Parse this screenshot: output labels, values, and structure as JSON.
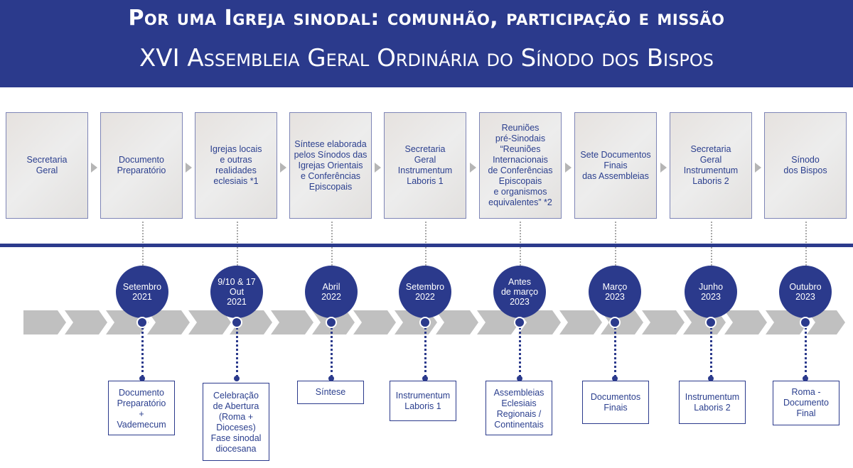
{
  "header": {
    "title": "Por uma Igreja sinodal: comunhão, participação e missão",
    "subtitle": "XVI Assembleia Geral Ordinária do Sínodo dos Bispos"
  },
  "stages": [
    {
      "label": "Secretaria\nGeral"
    },
    {
      "label": "Documento\nPreparatório"
    },
    {
      "label": "Igrejas locais\ne outras realidades\neclesiais *1"
    },
    {
      "label": "Síntese elaborada\npelos Sínodos das\nIgrejas Orientais\ne Conferências\nEpiscopais"
    },
    {
      "label": "Secretaria\nGeral\nInstrumentum\nLaboris 1"
    },
    {
      "label": "Reuniões\npré-Sinodais\n“Reuniões\nInternacionais\nde Conferências\nEpiscopais\ne organismos\nequivalentes” *2"
    },
    {
      "label": "Sete Documentos\nFinais\ndas Assembleias"
    },
    {
      "label": "Secretaria\nGeral\nInstrumentum\nLaboris 2"
    },
    {
      "label": "Sínodo\ndos Bispos"
    }
  ],
  "dates": [
    {
      "label": "Setembro\n2021"
    },
    {
      "label": "9/10 & 17\nOut\n2021"
    },
    {
      "label": "Abril\n2022"
    },
    {
      "label": "Setembro\n2022"
    },
    {
      "label": "Antes\nde março\n2023"
    },
    {
      "label": "Março\n2023"
    },
    {
      "label": "Junho\n2023"
    },
    {
      "label": "Outubro\n2023"
    }
  ],
  "outputs": [
    {
      "label": "Documento\nPreparatório\n+\nVademecum"
    },
    {
      "label": "Celebração\nde Abertura\n(Roma +\nDioceses)\nFase sinodal\ndiocesana"
    },
    {
      "label": "Síntese"
    },
    {
      "label": "Instrumentum\nLaboris 1"
    },
    {
      "label": "Assembleias\nEclesiais\nRegionais /\nContinentais"
    },
    {
      "label": "Documentos\nFinais"
    },
    {
      "label": "Instrumentum\nLaboris 2"
    },
    {
      "label": "Roma -\nDocumento\nFinal"
    }
  ],
  "colors": {
    "primary": "#2b3a8c",
    "band": "#c0c0c0",
    "text": "#2b3f8e"
  }
}
